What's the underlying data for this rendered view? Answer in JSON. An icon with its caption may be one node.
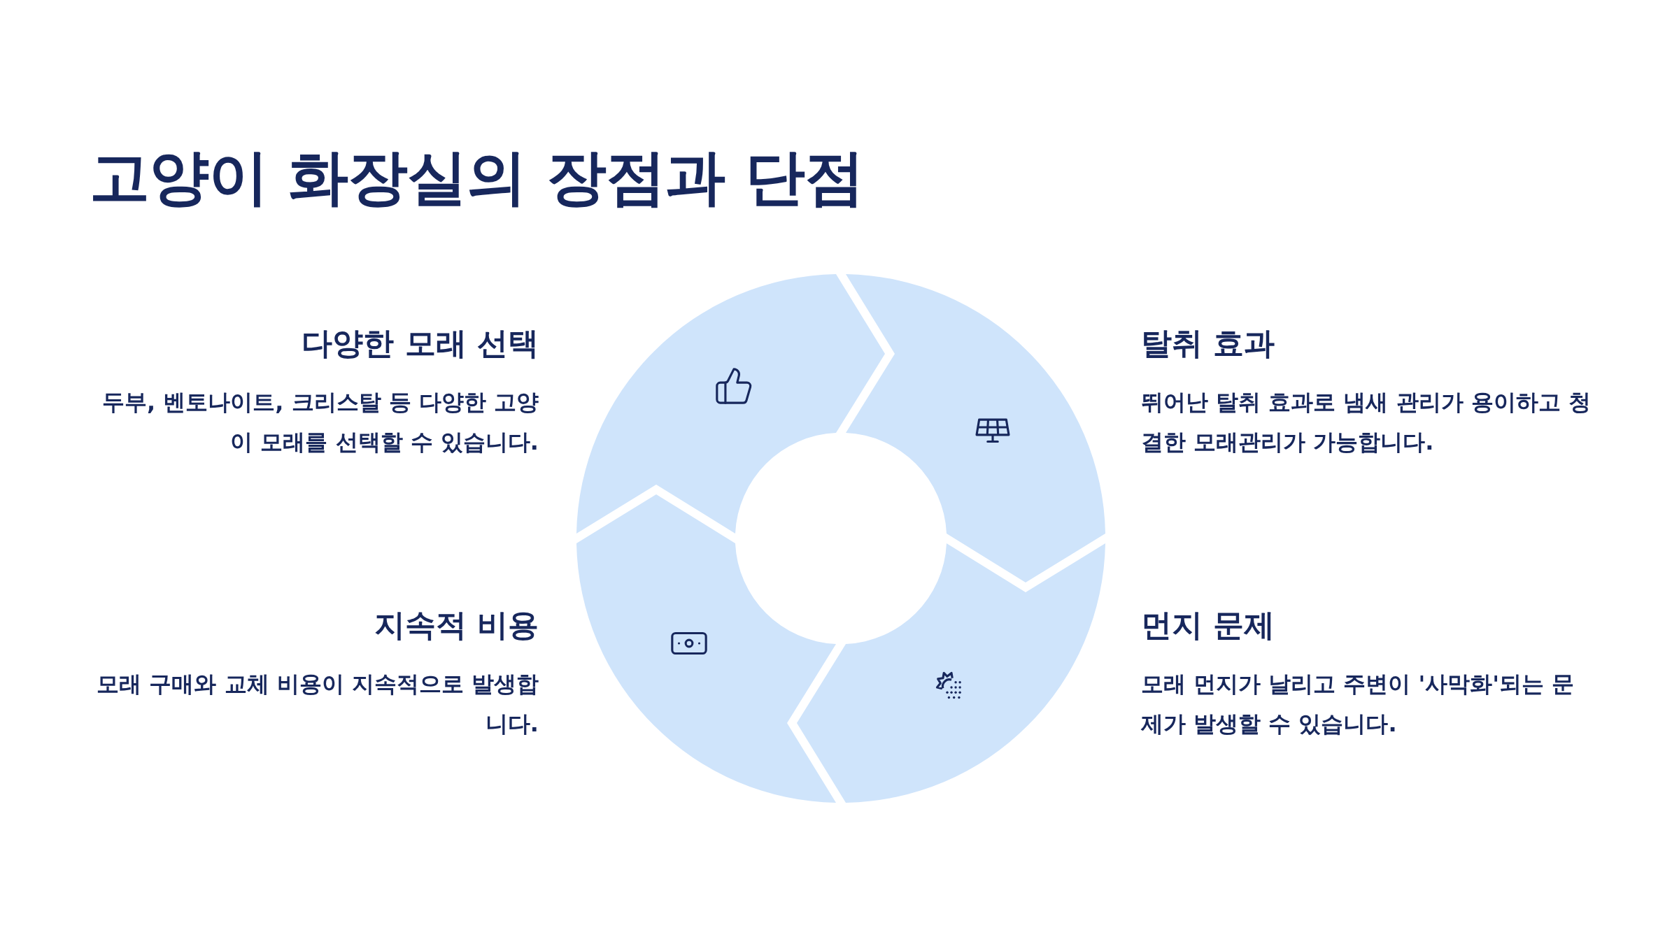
{
  "diagram": {
    "title": "고양이 화장실의 장점과 단점",
    "nodes": [
      {
        "text": [],
        "shape": "segment",
        "beside": [
          "다양한 모래 선택",
          "두부, 벤토나이트, 크리스탈 등 다양한 고양이 모래를 선택할 수 있습니다."
        ]
      },
      {
        "text": [],
        "shape": "segment",
        "beside": [
          "탈취 효과",
          "뛰어난 탈취 효과로 냄새 관리가 용이하고 청결한 모래관리가 가능합니다."
        ]
      },
      {
        "text": [],
        "shape": "segment",
        "beside": [
          "지속적 비용",
          "모래 구매와 교체 비용이 지속적으로 발생합니다."
        ]
      },
      {
        "text": [],
        "shape": "segment",
        "beside": [
          "먼지 문제",
          "모래 먼지가 날리고 주변이 '사막화'되는 문제가 발생할 수 있습니다."
        ]
      }
    ]
  }
}
